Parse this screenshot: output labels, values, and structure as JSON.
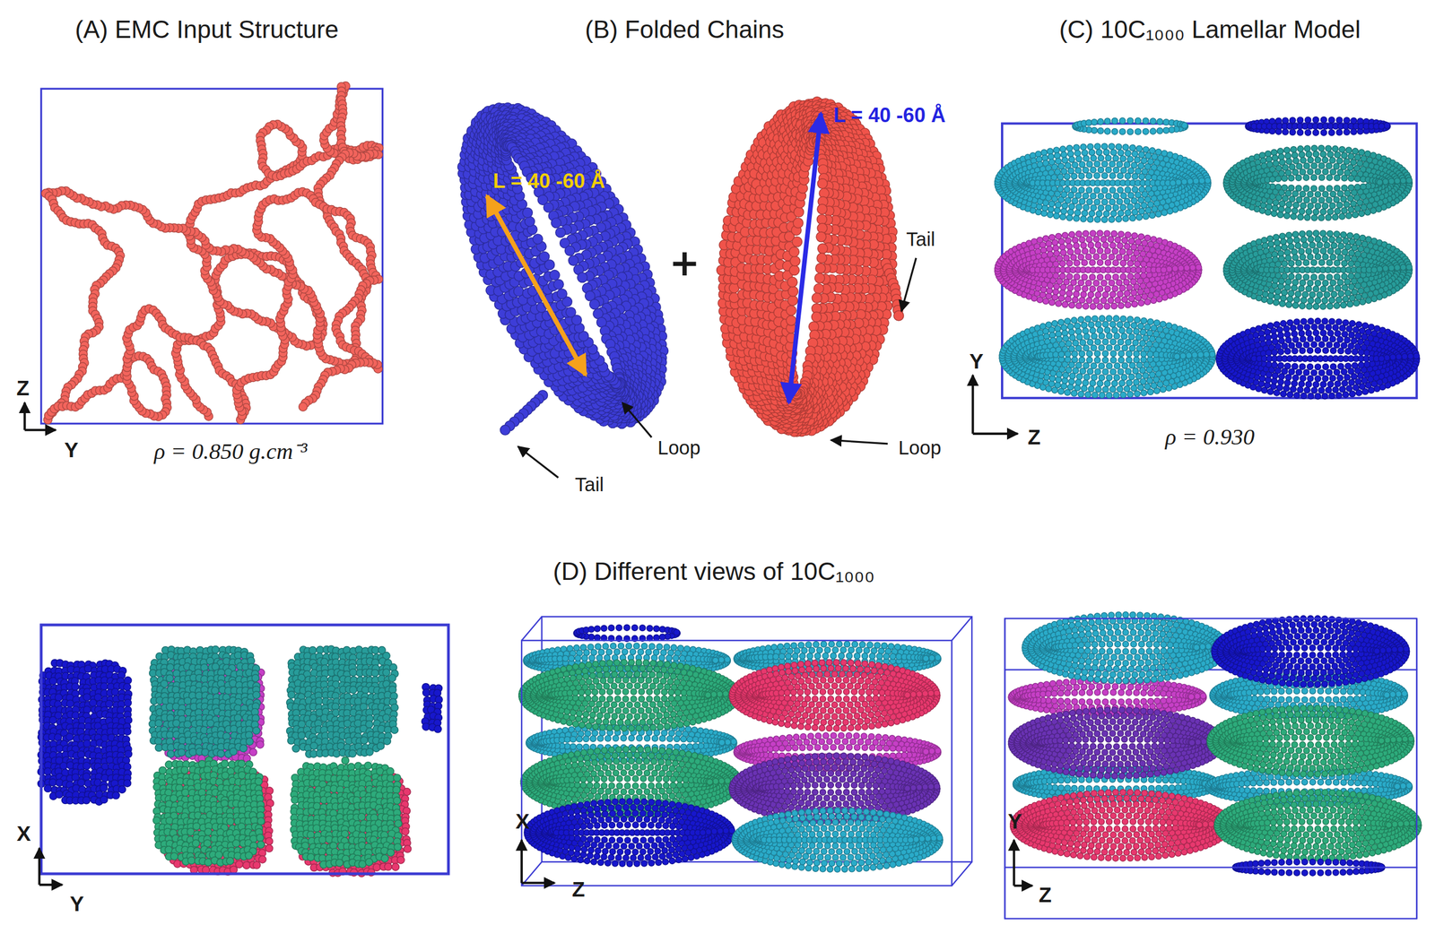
{
  "diagram": {
    "labels": [
      "(A) EMC Input Structure",
      "Z",
      "Y",
      "ρ = 0.850 g.cm⁻³",
      "(B) Folded Chains",
      "L = 40 -60 Å",
      "Tail",
      "Loop",
      "+",
      "L = 40 -60 Å",
      "Tail",
      "Loop",
      "(C) 10C₁₀₀₀ Lamellar Model",
      "Y",
      "Z",
      "ρ = 0.930",
      "(D) Different views of 10C₁₀₀₀",
      "X",
      "Y",
      "X",
      "Z",
      "Y",
      "Z"
    ]
  }
}
